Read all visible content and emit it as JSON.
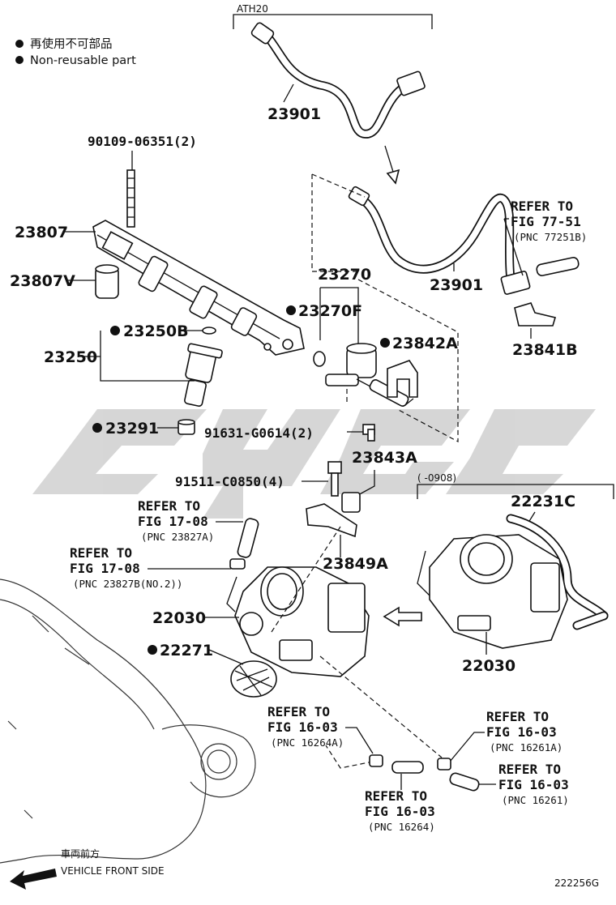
{
  "legend": {
    "bullet_jp": "再使用不可部品",
    "bullet_en": "Non-reusable part"
  },
  "watermark": "cygc",
  "diagram_id": "222256G",
  "vehicle_front": {
    "jp": "車両前方",
    "en": "VEHICLE FRONT SIDE"
  },
  "variants": {
    "upper_bracket": "ATH20",
    "right_bracket": "(    -0908)"
  },
  "parts": {
    "p23901_top": "23901",
    "p23901_mid": "23901",
    "p90109": "90109-06351(2)",
    "p23807": "23807",
    "p23807v": "23807V",
    "p23250b": "23250B",
    "p23250": "23250",
    "p23291": "23291",
    "p23270": "23270",
    "p23270f": "23270F",
    "p23842a": "23842A",
    "p91631": "91631-G0614(2)",
    "p23843a": "23843A",
    "p91511": "91511-C0850(4)",
    "p23849a": "23849A",
    "p22030_left": "22030",
    "p22271": "22271",
    "p22231c": "22231C",
    "p22030_right": "22030",
    "p23841b": "23841B"
  },
  "refs": {
    "r77_51": {
      "line1": "REFER TO",
      "line2": "FIG 77-51",
      "pnc": "(PNC 77251B)"
    },
    "r17_08a": {
      "line1": "REFER TO",
      "line2": "FIG 17-08",
      "pnc": "(PNC 23827A)"
    },
    "r17_08b": {
      "line1": "REFER TO",
      "line2": "FIG 17-08",
      "pnc": "(PNC 23827B(NO.2))"
    },
    "r16_03_264a": {
      "line1": "REFER TO",
      "line2": "FIG 16-03",
      "pnc": "(PNC 16264A)"
    },
    "r16_03_264": {
      "line1": "REFER TO",
      "line2": "FIG 16-03",
      "pnc": "(PNC 16264)"
    },
    "r16_03_261a": {
      "line1": "REFER TO",
      "line2": "FIG 16-03",
      "pnc": "(PNC 16261A)"
    },
    "r16_03_261": {
      "line1": "REFER TO",
      "line2": "FIG 16-03",
      "pnc": "(PNC 16261)"
    }
  }
}
